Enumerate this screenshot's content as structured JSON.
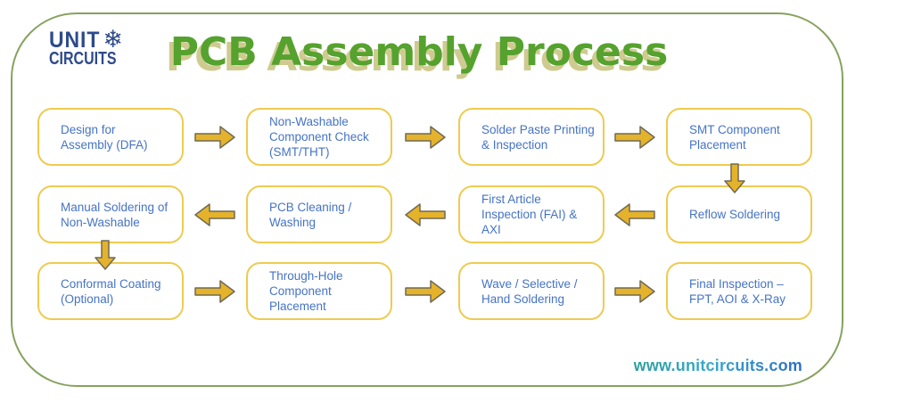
{
  "header": {
    "logo": {
      "word_top": "UNIT",
      "word_bottom": "CIRCUITS",
      "icon": "snowflake-icon",
      "icon_glyph": "❄"
    },
    "title": "PCB Assembly Process"
  },
  "process": {
    "boxes": [
      {
        "id": "dfa",
        "label": "Design for\nAssembly (DFA)"
      },
      {
        "id": "non-washable-check",
        "label": "Non-Washable\nComponent Check\n(SMT/THT)"
      },
      {
        "id": "solder-paste",
        "label": "Solder Paste Printing\n& Inspection"
      },
      {
        "id": "smt-placement",
        "label": "SMT Component\nPlacement"
      },
      {
        "id": "manual-soldering",
        "label": "Manual Soldering of\nNon-Washable"
      },
      {
        "id": "pcb-cleaning",
        "label": "PCB Cleaning /\nWashing"
      },
      {
        "id": "fai-axi",
        "label": "First Article\nInspection (FAI) &\nAXI"
      },
      {
        "id": "reflow",
        "label": "Reflow Soldering"
      },
      {
        "id": "conformal",
        "label": "Conformal Coating\n(Optional)"
      },
      {
        "id": "through-hole",
        "label": "Through-Hole\nComponent Placement"
      },
      {
        "id": "wave-soldering",
        "label": "Wave / Selective /\nHand Soldering"
      },
      {
        "id": "final-inspection",
        "label": "Final Inspection –\nFPT, AOI & X-Ray"
      }
    ]
  },
  "footer": {
    "website": "www.unitcircuits.com"
  },
  "colors": {
    "frame_border": "#87a25f",
    "box_border": "#eecb50",
    "box_text": "#4573c6",
    "arrow_fill": "#e5b22c",
    "arrow_outline": "#6e6a55",
    "title_green": "#55a22e",
    "title_shadow": "#ccc88a",
    "logo_blue": "#2d4a8c",
    "website_teal": "#2e9f9b",
    "website_blue": "#2c6ec6"
  }
}
